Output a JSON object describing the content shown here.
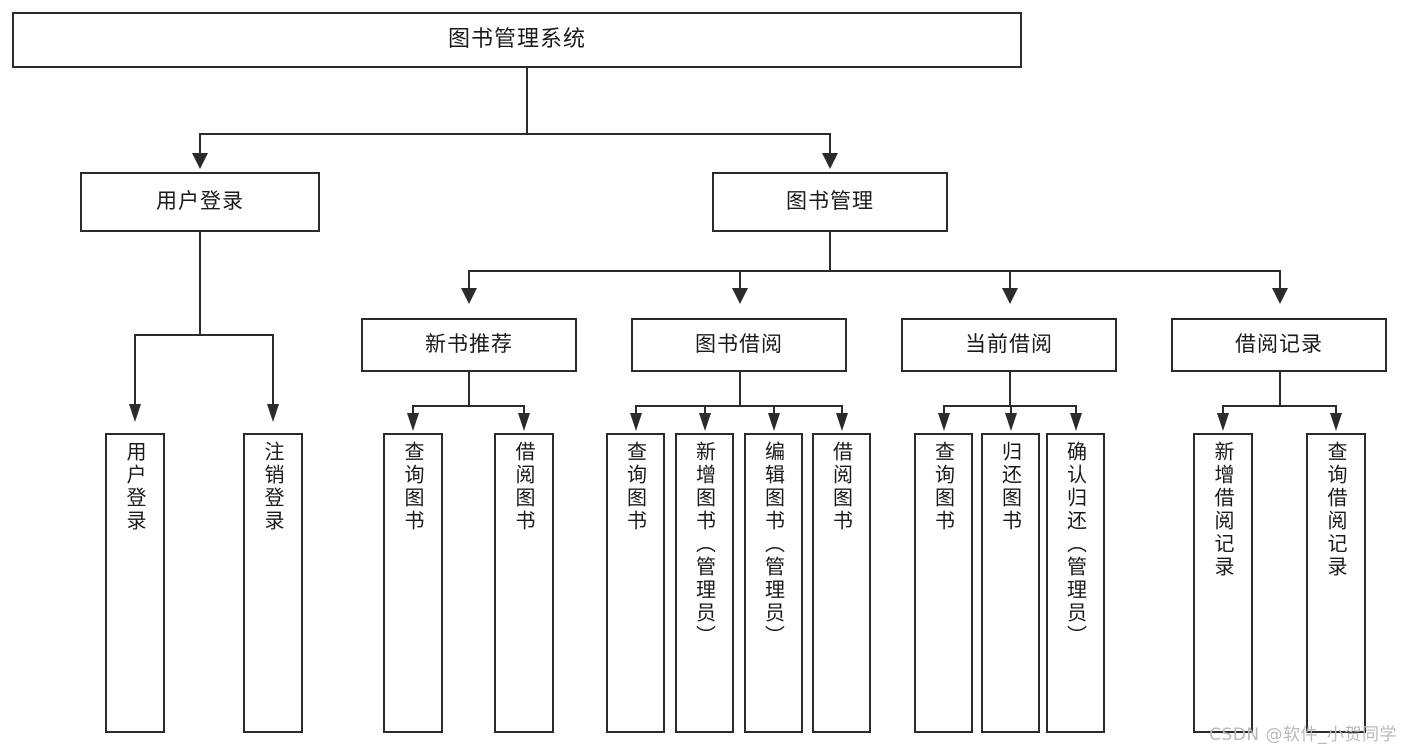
{
  "diagram": {
    "type": "tree-hierarchy-chart",
    "root": {
      "id": "root",
      "label": "图书管理系统"
    },
    "level2": [
      {
        "id": "user-login",
        "label": "用户登录"
      },
      {
        "id": "book-manage",
        "label": "图书管理"
      }
    ],
    "level3": [
      {
        "id": "new-book-rec",
        "label": "新书推荐",
        "parent": "book-manage"
      },
      {
        "id": "book-borrow",
        "label": "图书借阅",
        "parent": "book-manage"
      },
      {
        "id": "current-borrow",
        "label": "当前借阅",
        "parent": "book-manage"
      },
      {
        "id": "borrow-record",
        "label": "借阅记录",
        "parent": "book-manage"
      }
    ],
    "leaves": {
      "user_login": [
        {
          "id": "leaf-user-login",
          "label": "用户登录"
        },
        {
          "id": "leaf-user-logout",
          "label": "注销登录"
        }
      ],
      "new_book_rec": [
        {
          "id": "leaf-query-book-1",
          "label": "查询图书"
        },
        {
          "id": "leaf-borrow-book-1",
          "label": "借阅图书"
        }
      ],
      "book_borrow": [
        {
          "id": "leaf-query-book-2",
          "label": "查询图书"
        },
        {
          "id": "leaf-add-book",
          "label": "新增图书（管理员）"
        },
        {
          "id": "leaf-edit-book",
          "label": "编辑图书（管理员）"
        },
        {
          "id": "leaf-borrow-book-2",
          "label": "借阅图书"
        }
      ],
      "current_borrow": [
        {
          "id": "leaf-query-book-3",
          "label": "查询图书"
        },
        {
          "id": "leaf-return-book",
          "label": "归还图书"
        },
        {
          "id": "leaf-confirm-return",
          "label": "确认归还（管理员）"
        }
      ],
      "borrow_record": [
        {
          "id": "leaf-add-record",
          "label": "新增借阅记录"
        },
        {
          "id": "leaf-query-record",
          "label": "查询借阅记录"
        }
      ]
    }
  },
  "watermark": {
    "text": "CSDN @软件_小贺同学"
  },
  "colors": {
    "stroke": "#2b2b2b",
    "background": "#ffffff",
    "text": "#1a1a1a",
    "watermark": "#b9b9b9"
  }
}
